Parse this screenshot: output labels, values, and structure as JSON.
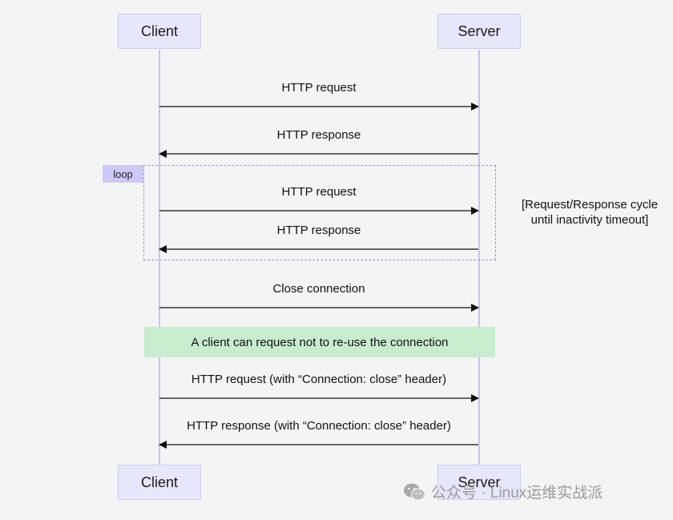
{
  "participants": {
    "client": "Client",
    "server": "Server"
  },
  "messages": [
    {
      "label": "HTTP request",
      "direction": "client-to-server"
    },
    {
      "label": "HTTP response",
      "direction": "server-to-client"
    },
    {
      "label": "HTTP request",
      "direction": "client-to-server"
    },
    {
      "label": "HTTP response",
      "direction": "server-to-client"
    },
    {
      "label": "Close connection",
      "direction": "client-to-server"
    },
    {
      "label": "HTTP request (with “Connection: close” header)",
      "direction": "client-to-server"
    },
    {
      "label": "HTTP response (with “Connection: close” header)",
      "direction": "server-to-client"
    }
  ],
  "loop": {
    "tag": "loop",
    "note_line1": "[Request/Response cycle",
    "note_line2": "until inactivity timeout]"
  },
  "note": "A client can request not to re-use the connection",
  "watermark": "公众号 · Linux运维实战派",
  "colors": {
    "actor_fill": "#e8e6fb",
    "lifeline": "#c9c3f1",
    "loop_border": "#9b8fe0",
    "loop_tag": "#cdc8f5",
    "note_fill": "#c8ecce"
  }
}
